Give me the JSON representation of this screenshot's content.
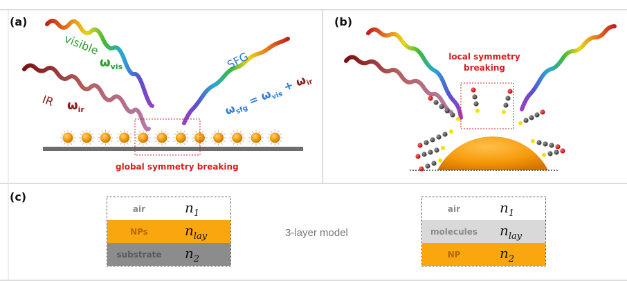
{
  "panels": {
    "a_label": "(a)",
    "b_label": "(b)",
    "c_label": "(c)"
  },
  "beams": {
    "visible_label": "visible",
    "omega_vis_main": "ω",
    "omega_vis_sub": "vis",
    "ir_label": "IR",
    "omega_ir_main": "ω",
    "omega_ir_sub": "ir",
    "sfg_label": "SFG",
    "sfg_eq_w1": "ω",
    "sfg_eq_s1": "sfg",
    "sfg_eq_eq": " = ",
    "sfg_eq_w2": "ω",
    "sfg_eq_s2": "vis",
    "sfg_eq_plus": " + ",
    "sfg_eq_w3": "ω",
    "sfg_eq_s3": "ir"
  },
  "annotations": {
    "global": "global symmetry breaking",
    "local_line1": "local symmetry",
    "local_line2": "breaking"
  },
  "model": {
    "title": "3-layer model",
    "left": [
      {
        "name": "air",
        "sym": "n",
        "sub": "1"
      },
      {
        "name": "NPs",
        "sym": "n",
        "sub": "lay"
      },
      {
        "name": "substrate",
        "sym": "n",
        "sub": "2"
      }
    ],
    "right": [
      {
        "name": "air",
        "sym": "n",
        "sub": "1"
      },
      {
        "name": "molecules",
        "sym": "n",
        "sub": "lay"
      },
      {
        "name": "NP",
        "sym": "n",
        "sub": "2"
      }
    ]
  },
  "colors": {
    "nanoparticle": "#f5a00f",
    "substrate": "#6d6d6d",
    "red_label": "#d81e1e",
    "visible_green": "#2e9a2e",
    "ir_darkred": "#8b1a1a",
    "sfg_blue": "#2f7bd6",
    "np_layer": "#f9a60f",
    "substrate_layer": "#8c8c8c",
    "molecule_layer": "#d9d9d9"
  }
}
